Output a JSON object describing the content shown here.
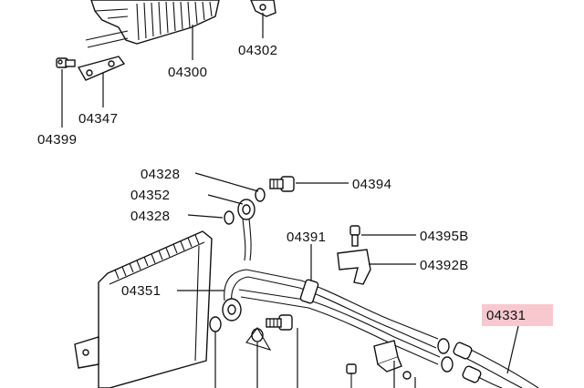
{
  "callouts": {
    "c04300": "04300",
    "c04302": "04302",
    "c04347": "04347",
    "c04399": "04399",
    "c04328a": "04328",
    "c04352": "04352",
    "c04328b": "04328",
    "c04394": "04394",
    "c04391": "04391",
    "c04395b": "04395B",
    "c04392b": "04392B",
    "c04351": "04351",
    "c04331": "04331"
  },
  "colors": {
    "line": "#111111",
    "highlight": "#f7c9cf",
    "background": "#ffffff"
  }
}
